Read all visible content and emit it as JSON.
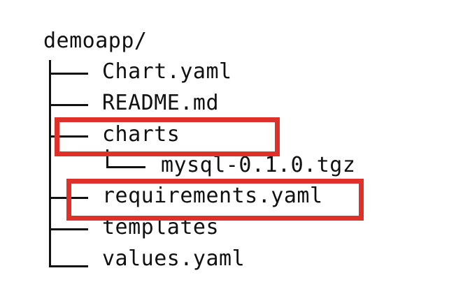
{
  "tree": {
    "root": "demoapp/",
    "items": [
      {
        "prefix": "├── ",
        "name": "Chart.yaml"
      },
      {
        "prefix": "├── ",
        "name": "README.md"
      },
      {
        "prefix": "├── ",
        "name": "charts",
        "highlighted": true
      },
      {
        "prefix": "│   └── ",
        "name": "mysql-0.1.0.tgz"
      },
      {
        "prefix": "├── ",
        "name": "requirements.yaml",
        "highlighted": true
      },
      {
        "prefix": "├── ",
        "name": "templates"
      },
      {
        "prefix": "└── ",
        "name": "values.yaml"
      }
    ]
  },
  "highlight_color": "#e0302a"
}
